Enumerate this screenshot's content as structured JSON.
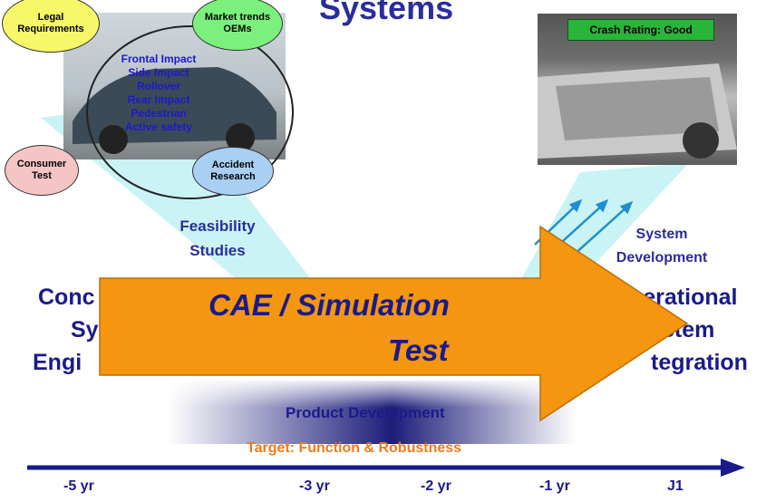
{
  "title": "Systems",
  "bubbles": {
    "legal": "Legal\nRequirements",
    "market": "Market trends\nOEMs",
    "consumer": "Consumer\nTest",
    "accident": "Accident\nResearch"
  },
  "impact_list": [
    "Frontal Impact",
    "Side Impact",
    "Rollover",
    "Rear Impact",
    "Pedestrian",
    "Active safety"
  ],
  "crash_rating": "Crash Rating: Good",
  "feasibility": "Feasibility\nStudies",
  "system_development": "System\nDevelopment",
  "left_block": [
    "Conc",
    "Sy",
    "Engi"
  ],
  "right_block": [
    "perational",
    "stem",
    "tegration"
  ],
  "arrow": {
    "line1": "CAE / Simulation",
    "line2": "Test"
  },
  "product_development": "Product Development",
  "target": "Target: Function & Robustness",
  "timeline": [
    "-5 yr",
    "-3 yr",
    "-2 yr",
    "-1 yr",
    "J1"
  ],
  "colors": {
    "arrow_fill": "#f4960f",
    "title": "#2a2d9b",
    "target": "#f07a1c",
    "crash_green": "#29b53a"
  }
}
